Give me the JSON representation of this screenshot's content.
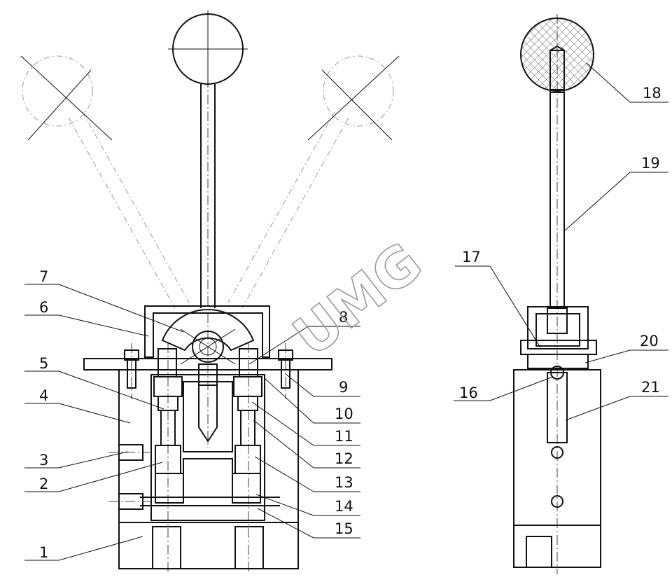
{
  "drawing": {
    "watermark": "UMG",
    "callouts_front": [
      "1",
      "2",
      "3",
      "4",
      "5",
      "6",
      "7",
      "8",
      "9",
      "10",
      "11",
      "12",
      "13",
      "14",
      "15"
    ],
    "callouts_side": [
      "16",
      "17",
      "18",
      "19",
      "20",
      "21"
    ]
  }
}
